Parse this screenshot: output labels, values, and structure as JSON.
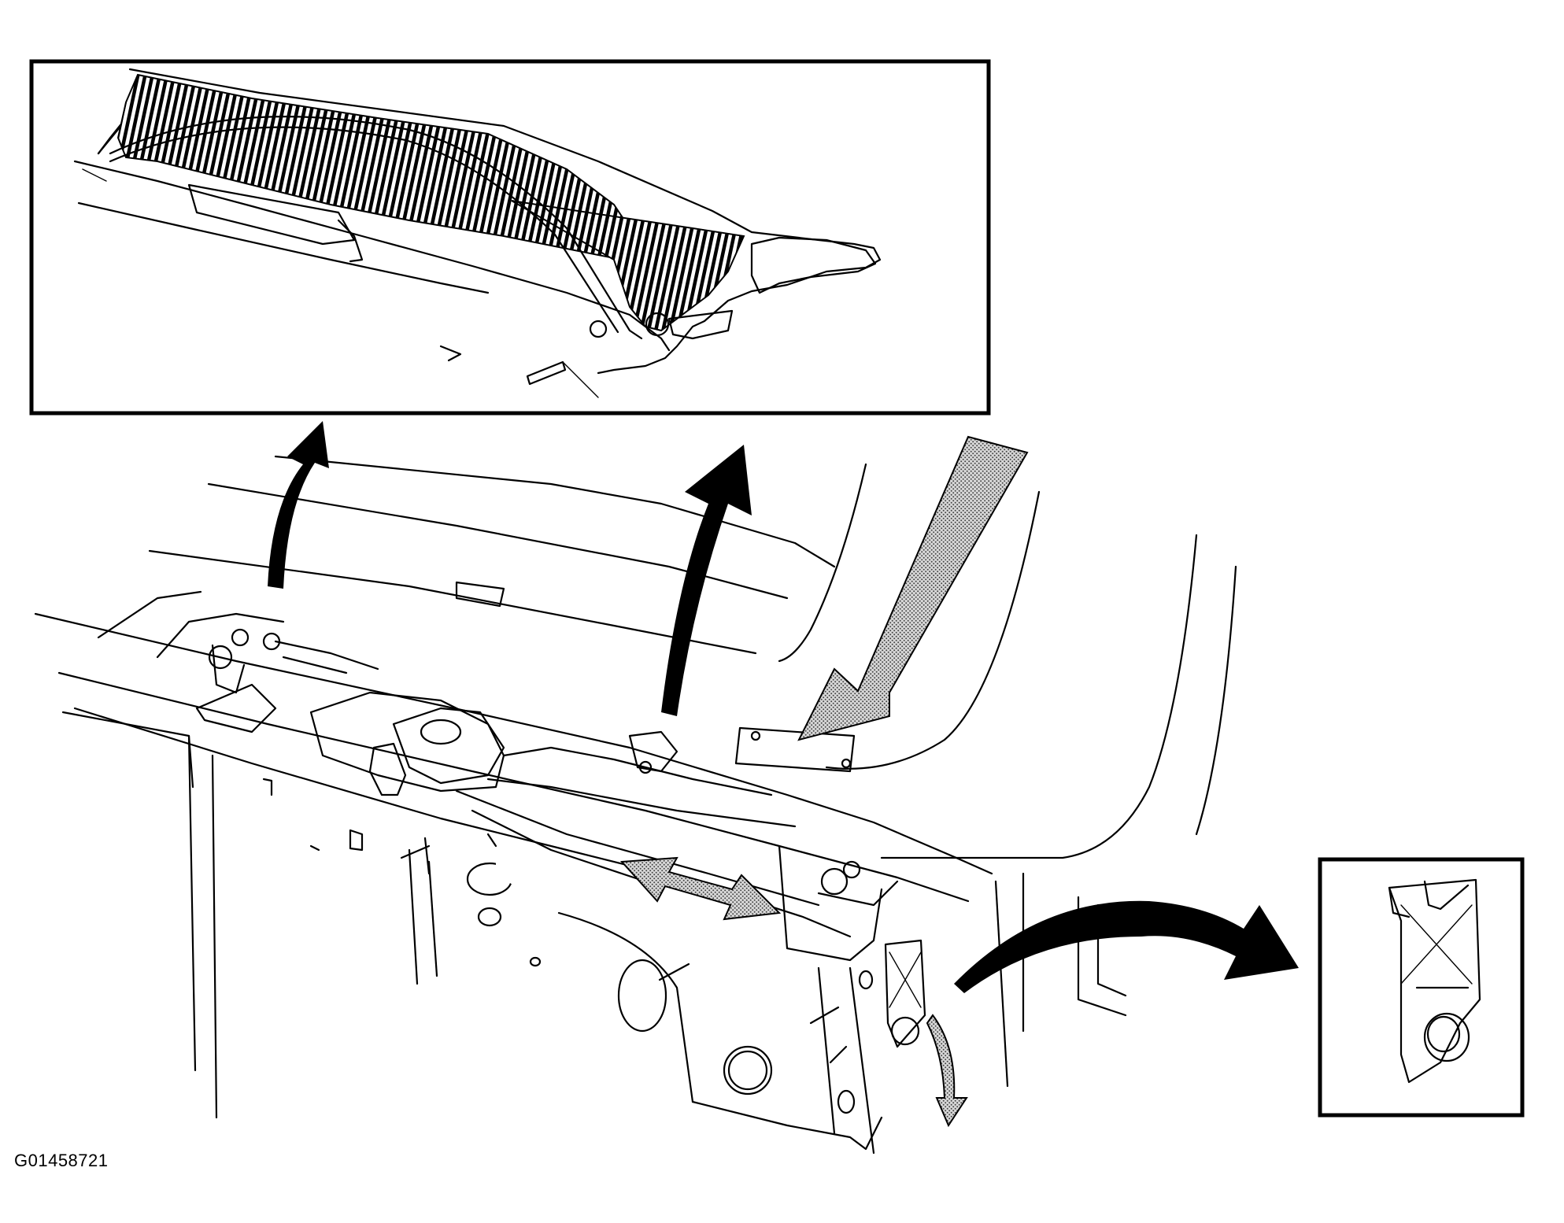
{
  "figure": {
    "code": "G01458721"
  },
  "colors": {
    "ink": "#000000",
    "paper": "#ffffff",
    "stipple": "#9a9a9a"
  },
  "views": [
    {
      "name": "cowl-grille-panel-inset",
      "position": "top-left"
    },
    {
      "name": "main-cowl-wiper-assembly-view",
      "position": "center"
    },
    {
      "name": "retainer-clip-detail-inset",
      "position": "bottom-right"
    }
  ],
  "icons": [
    "curved-removal-arrow",
    "stippled-direction-arrow",
    "double-headed-arrow"
  ]
}
